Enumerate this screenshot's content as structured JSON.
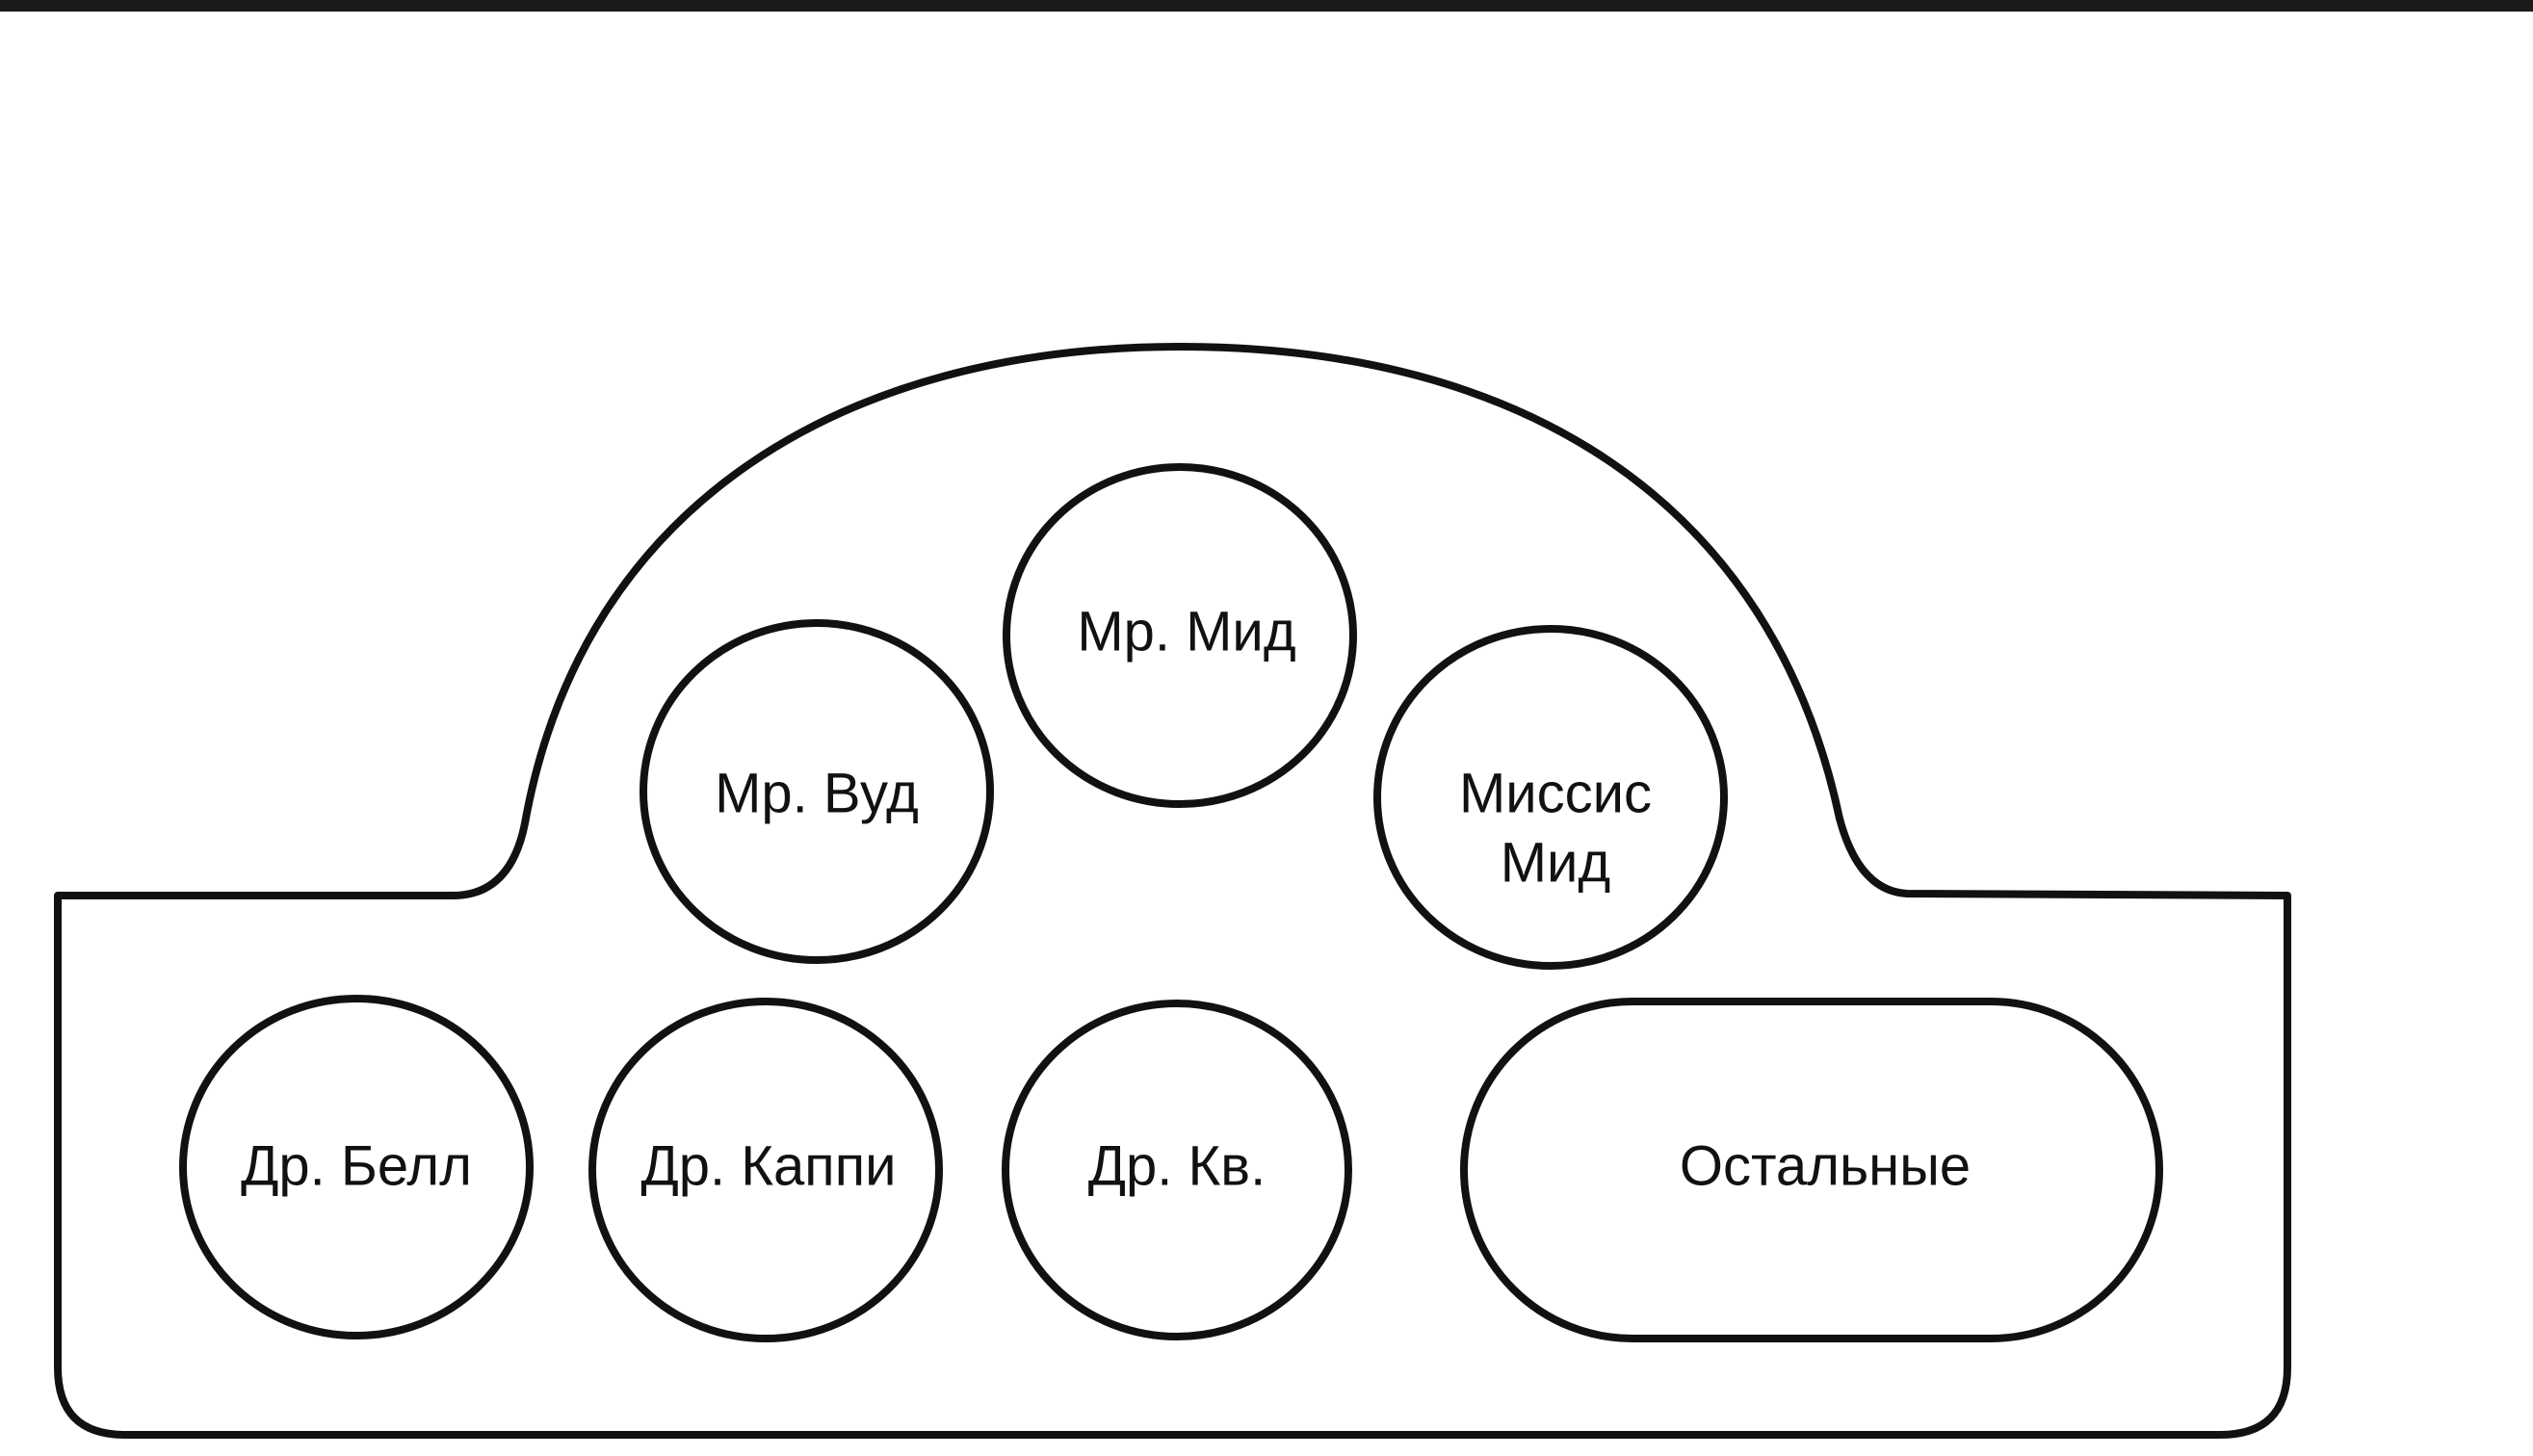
{
  "diagram": {
    "nodes": [
      {
        "id": "mr-mead",
        "lines": [
          "Мр. Мид"
        ]
      },
      {
        "id": "mr-wood",
        "lines": [
          "Мр. Вуд"
        ]
      },
      {
        "id": "mrs-mead",
        "lines": [
          "Миссис",
          "Мид"
        ]
      },
      {
        "id": "dr-bell",
        "lines": [
          "Др. Белл"
        ]
      },
      {
        "id": "dr-cappi",
        "lines": [
          "Др. Каппи"
        ]
      },
      {
        "id": "dr-kv",
        "lines": [
          "Др. Кв."
        ]
      },
      {
        "id": "others",
        "lines": [
          "Остальные"
        ]
      }
    ]
  }
}
